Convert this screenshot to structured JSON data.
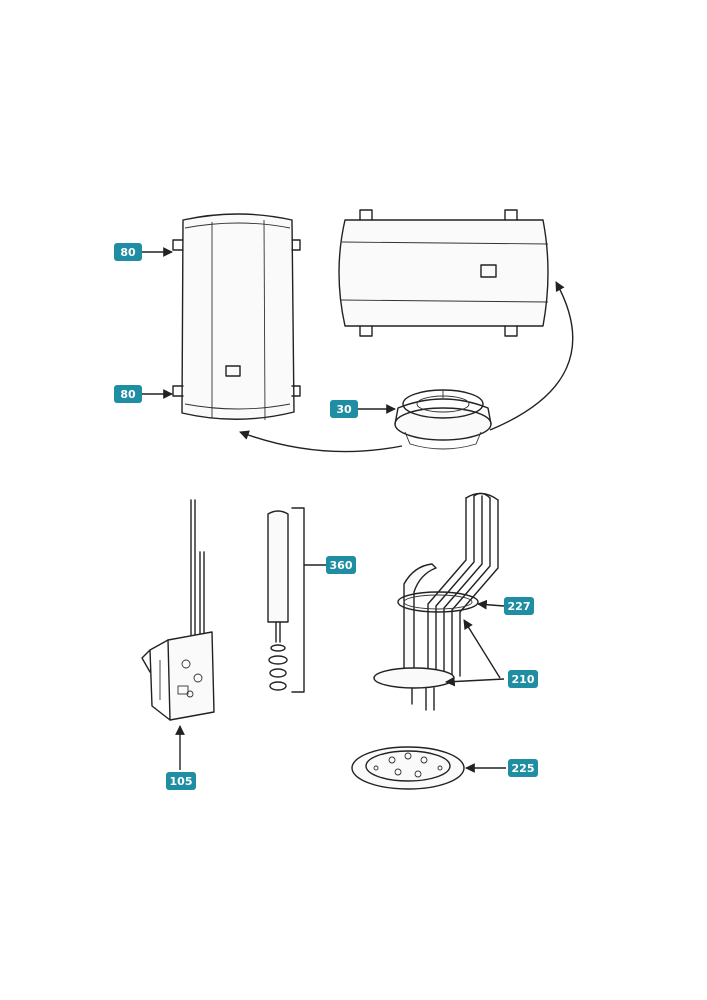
{
  "diagram": {
    "colors": {
      "tag_fill": "#1f8ea3",
      "tag_text": "#ffffff",
      "line": "#222222",
      "background": "#ffffff"
    },
    "callouts": [
      {
        "id": "c80a",
        "label": "80"
      },
      {
        "id": "c80b",
        "label": "80"
      },
      {
        "id": "c30",
        "label": "30"
      },
      {
        "id": "c360",
        "label": "360"
      },
      {
        "id": "c227",
        "label": "227"
      },
      {
        "id": "c210",
        "label": "210"
      },
      {
        "id": "c105",
        "label": "105"
      },
      {
        "id": "c225",
        "label": "225"
      }
    ]
  }
}
